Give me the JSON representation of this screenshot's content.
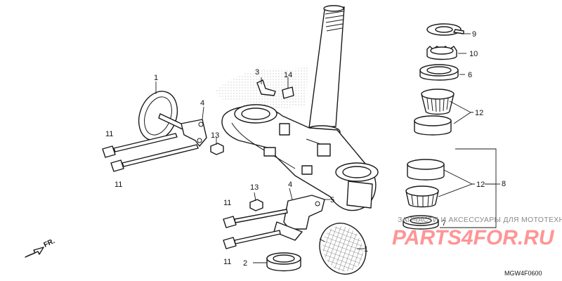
{
  "callouts": {
    "c1a": "1",
    "c1b": "1",
    "c2": "2",
    "c3": "3",
    "c4a": "4",
    "c4b": "4",
    "c5": "5",
    "c6": "6",
    "c7": "7",
    "c8": "8",
    "c9": "9",
    "c10": "10",
    "c11a": "11",
    "c11b": "11",
    "c11c": "11",
    "c11d": "11",
    "c12a": "12",
    "c12b": "12",
    "c13a": "13",
    "c13b": "13",
    "c14": "14"
  },
  "direction_label": "FR.",
  "diagram_code": "MGW4F0600",
  "watermark": {
    "top_text": "ЗАПЧАСТИ И АКСЕССУАРЫ ДЛЯ МОТОТЕХНИКИ",
    "brand": "PARTS4FOR.RU"
  },
  "colors": {
    "line": "#1a1a1a",
    "watermark_brand": "#ff7a7a",
    "watermark_text": "#8a8a8a"
  }
}
